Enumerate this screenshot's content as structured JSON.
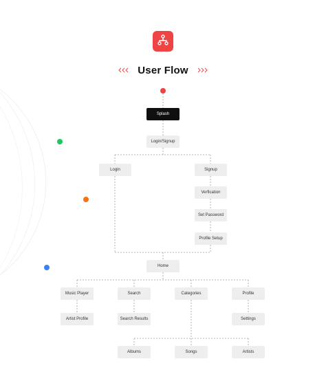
{
  "page": {
    "title": "User Flow",
    "accent_color": "#ef4444",
    "logo_icon": "sitemap-icon"
  },
  "nodes": {
    "splash": "Splash",
    "login_signup": "Login/Signup",
    "login": "Login",
    "signup": "Signup",
    "verification": "Verfication",
    "set_password": "Set Password",
    "profile_setup": "Profile Setup",
    "home": "Home",
    "music_player": "Music Player",
    "search": "Search",
    "categories": "Categories",
    "profile": "Profile",
    "artist_profile": "Artist Profile",
    "search_results": "Search Results",
    "settings": "Settings",
    "albums": "Albums",
    "songs": "Songs",
    "artists": "Artists"
  },
  "decorations": {
    "dot_colors": [
      "#ef4444",
      "#22c55e",
      "#f97316",
      "#3b82f6",
      "#facc15"
    ]
  }
}
